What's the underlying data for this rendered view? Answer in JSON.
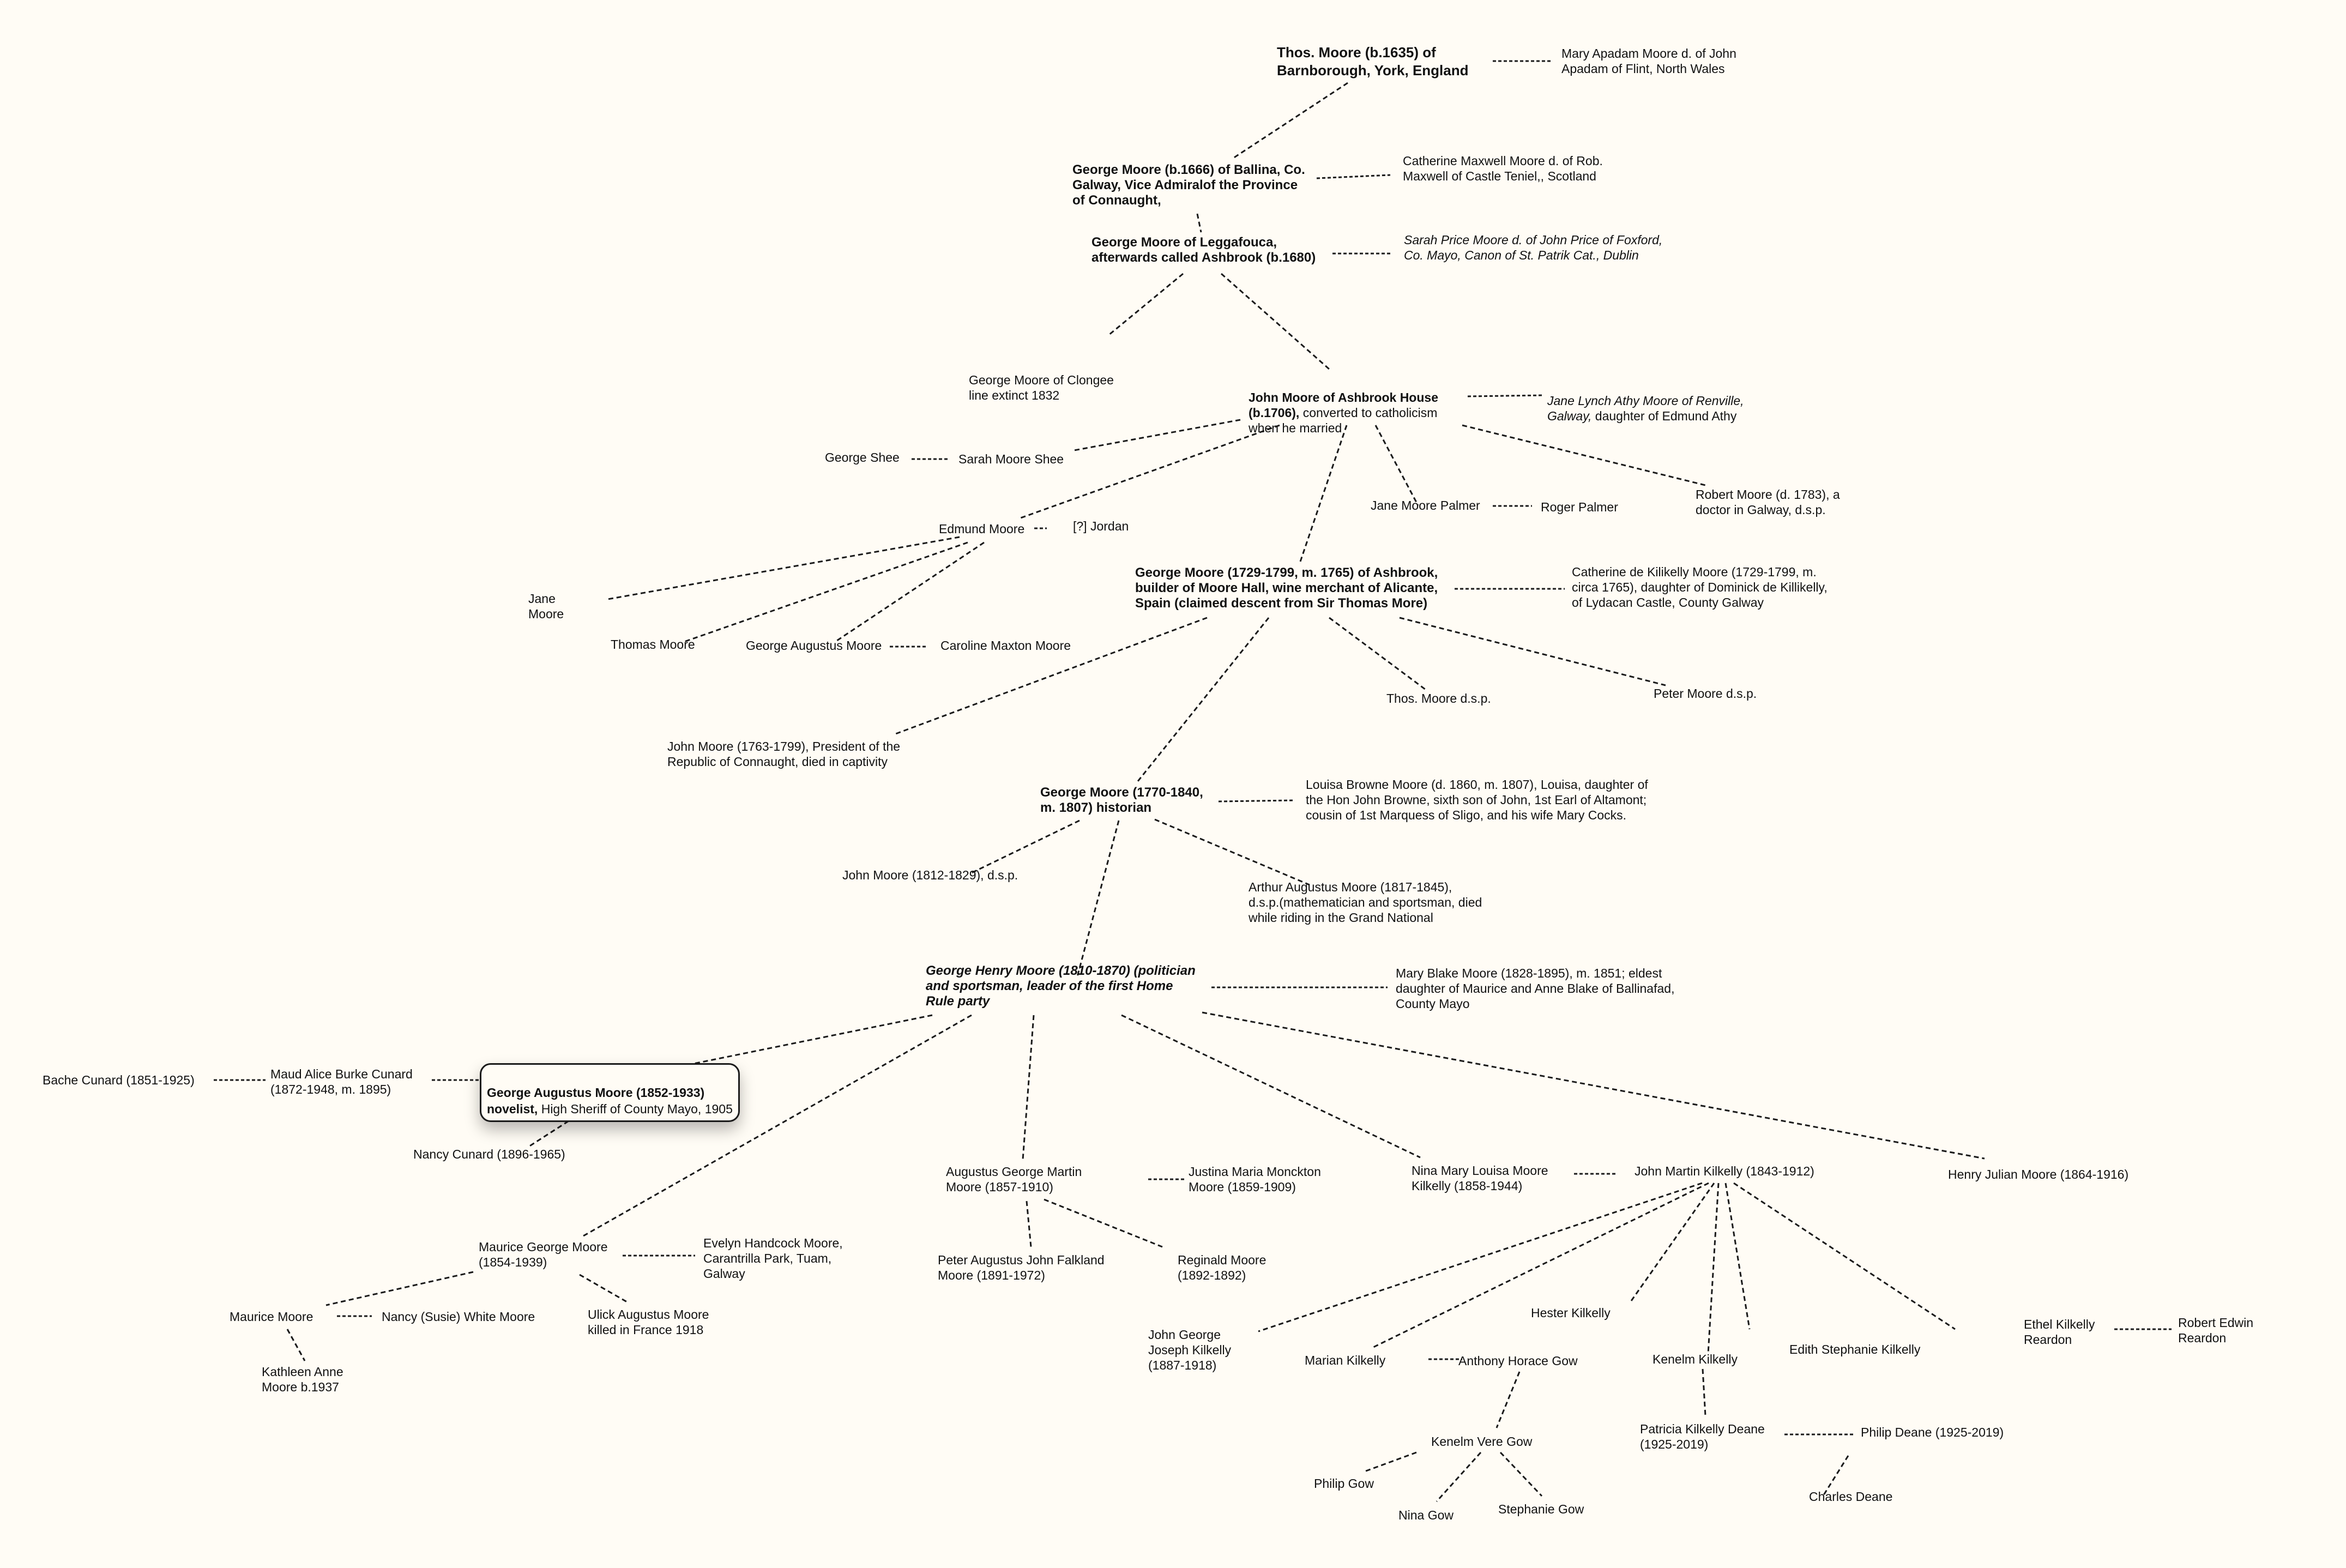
{
  "diagram": {
    "type": "family-tree-mind-map",
    "background_color": "#FFFCF5",
    "line_color": "#1a1a1a",
    "selected_node": "george-augustus-moore-1852"
  },
  "nodes": {
    "thos_moore_1635": {
      "text": "Thos. Moore (b.1635) of\nBarnborough, York, England"
    },
    "mary_apadam": {
      "text": "Mary Apadam Moore d. of John\nApadam of Flint, North Wales"
    },
    "george_1666": {
      "text": "George Moore (b.1666) of Ballina, Co.\nGalway, Vice Admiralof the Province\nof Connaught,"
    },
    "catherine_maxwell": {
      "text": "Catherine Maxwell Moore d. of Rob.\nMaxwell of Castle Teniel,, Scotland"
    },
    "george_leggafouca": {
      "text": "George Moore of Leggafouca,\nafterwards called Ashbrook (b.1680)"
    },
    "sarah_price": {
      "text": "Sarah Price Moore d. of John Price of Foxford,\nCo. Mayo, Canon of St. Patrik Cat., Dublin"
    },
    "george_clongee": {
      "text": "George Moore of Clongee\nline extinct 1832"
    },
    "john_ashbrook": {
      "bold_part": "John Moore of Ashbrook House\n(b.1706),",
      "rest": " converted to catholicism\nwhen he married"
    },
    "jane_lynch": {
      "italic_part": "Jane Lynch Athy Moore of Renville,\nGalway,",
      "rest": " daughter of Edmund Athy"
    },
    "george_shee": {
      "text": "George Shee"
    },
    "sarah_moore_shee": {
      "text": "Sarah Moore Shee"
    },
    "edmund_moore": {
      "text": "Edmund Moore"
    },
    "jordan": {
      "text": "[?] Jordan"
    },
    "jane_moore_palmer": {
      "text": "Jane Moore Palmer"
    },
    "roger_palmer": {
      "text": "Roger Palmer"
    },
    "robert_moore_1783": {
      "text": "Robert Moore (d. 1783), a\ndoctor in Galway, d.s.p."
    },
    "jane_moore": {
      "text": "Jane\nMoore"
    },
    "thomas_moore": {
      "text": "Thomas Moore"
    },
    "george_augustus_moore_sr": {
      "text": "George Augustus Moore"
    },
    "caroline_maxton": {
      "text": "Caroline Maxton Moore"
    },
    "george_1729": {
      "text": "George Moore (1729-1799, m. 1765) of  Ashbrook,\nbuilder of Moore Hall, wine merchant of Alicante,\nSpain (claimed descent from Sir Thomas More)"
    },
    "catherine_kilikelly": {
      "text": "Catherine de Kilikelly Moore (1729-1799, m.\ncirca 1765), daughter of Dominick de Killikelly,\nof Lydacan Castle, County Galway"
    },
    "thos_moore_dsp": {
      "text": "Thos. Moore d.s.p."
    },
    "peter_moore_dsp": {
      "text": "Peter Moore d.s.p."
    },
    "john_moore_1763": {
      "text": "John Moore (1763-1799), President of the\nRepublic of Connaught, died in captivity"
    },
    "george_1770": {
      "text": "George Moore (1770-1840,\nm. 1807) historian"
    },
    "louisa_browne": {
      "text": "Louisa Browne Moore (d. 1860, m. 1807), Louisa, daughter of\nthe Hon John Browne, sixth son of John, 1st Earl of Altamont;\ncousin of 1st Marquess of Sligo, and his wife Mary Cocks."
    },
    "john_moore_1812": {
      "text": "John Moore (1812-1829), d.s.p."
    },
    "arthur_augustus": {
      "text": "Arthur Augustus Moore (1817-1845),\nd.s.p.(mathematician and sportsman, died\nwhile riding in the Grand National"
    },
    "george_henry": {
      "text": "George Henry Moore (1810-1870) (politician\nand sportsman, leader of the first Home\nRule party"
    },
    "mary_blake": {
      "text": "Mary Blake Moore (1828-1895), m. 1851; eldest\ndaughter of Maurice and Anne Blake of Ballinafad,\nCounty Mayo"
    },
    "bache_cunard": {
      "text": "Bache Cunard (1851-1925)"
    },
    "maud_cunard": {
      "text": "Maud Alice Burke Cunard\n(1872-1948, m. 1895)"
    },
    "george_augustus_1852": {
      "bold_part": "George Augustus Moore (1852-1933)\nnovelist,",
      "rest": " High Sheriff of County Mayo, 1905"
    },
    "nancy_cunard": {
      "text": "Nancy Cunard (1896-1965)"
    },
    "maurice_george": {
      "text": "Maurice George Moore\n(1854-1939)"
    },
    "evelyn_handcock": {
      "text": "Evelyn Handcock Moore,\nCarantrilla Park, Tuam,\nGalway"
    },
    "maurice_moore": {
      "text": "Maurice Moore"
    },
    "nancy_susie": {
      "text": "Nancy (Susie) White Moore"
    },
    "ulick": {
      "text": "Ulick Augustus Moore\nkilled in France 1918"
    },
    "kathleen": {
      "text": "Kathleen Anne\nMoore b.1937"
    },
    "augustus_george_martin": {
      "text": "Augustus George Martin\nMoore (1857-1910)"
    },
    "justina": {
      "text": "Justina Maria Monckton\nMoore (1859-1909)"
    },
    "peter_augustus": {
      "text": "Peter Augustus John Falkland\nMoore (1891-1972)"
    },
    "reginald": {
      "text": "Reginald Moore\n(1892-1892)"
    },
    "nina_mary_louisa": {
      "text": "Nina Mary Louisa Moore\nKilkelly (1858-1944)"
    },
    "john_martin_kilkelly": {
      "text": "John Martin Kilkelly (1843-1912)"
    },
    "henry_julian": {
      "text": "Henry Julian Moore (1864-1916)"
    },
    "john_george_joseph": {
      "text": "John George\nJoseph Kilkelly\n(1887-1918)"
    },
    "hester": {
      "text": "Hester Kilkelly"
    },
    "marian": {
      "text": "Marian Kilkelly"
    },
    "anthony_horace_gow": {
      "text": "Anthony Horace Gow"
    },
    "kenelm_kilkelly": {
      "text": "Kenelm Kilkelly"
    },
    "edith_stephanie": {
      "text": "Edith Stephanie Kilkelly"
    },
    "ethel": {
      "text": "Ethel Kilkelly\nReardon"
    },
    "robert_edwin": {
      "text": "Robert Edwin\nReardon"
    },
    "kenelm_vere_gow": {
      "text": "Kenelm Vere Gow"
    },
    "patricia": {
      "text": "Patricia Kilkelly Deane\n(1925-2019)"
    },
    "philip_deane": {
      "text": "Philip Deane (1925-2019)"
    },
    "philip_gow": {
      "text": "Philip Gow"
    },
    "nina_gow": {
      "text": "Nina Gow"
    },
    "stephanie_gow": {
      "text": "Stephanie Gow"
    },
    "charles_deane": {
      "text": "Charles Deane"
    }
  }
}
